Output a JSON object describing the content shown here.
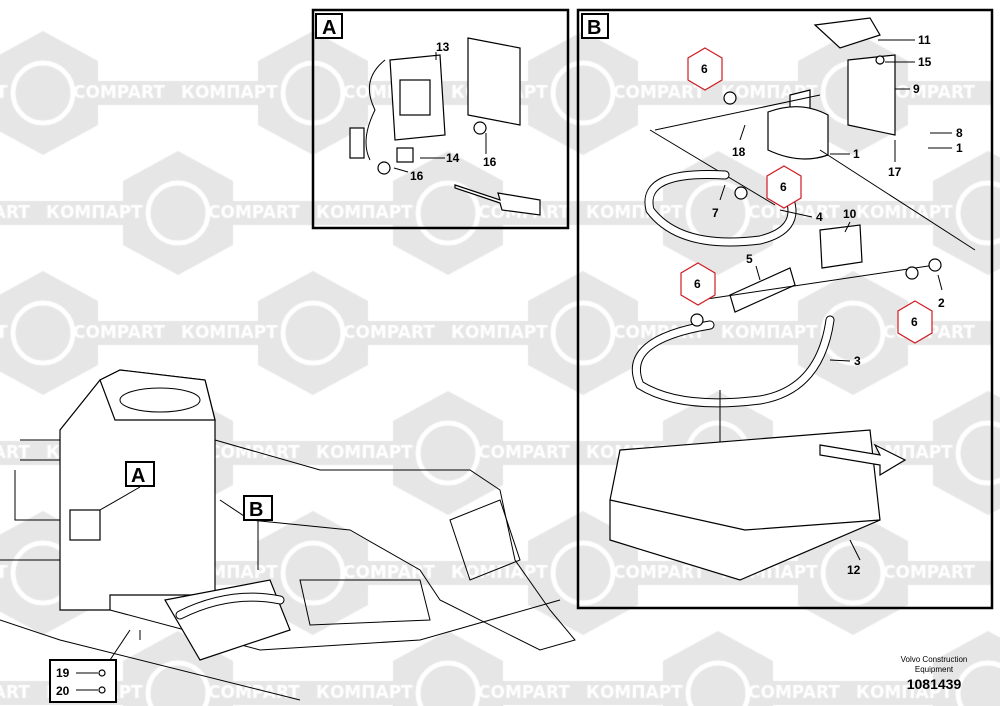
{
  "watermark": {
    "latin": "COMPART",
    "cyrillic": "КОМПАРТ",
    "color": "#e6e6e6"
  },
  "views": {
    "A": {
      "label": "A",
      "callouts": [
        "13",
        "14",
        "16",
        "16"
      ]
    },
    "B": {
      "label": "B",
      "callouts": [
        "11",
        "15",
        "9",
        "8",
        "1",
        "17",
        "1",
        "18",
        "7",
        "4",
        "10",
        "5",
        "2",
        "3",
        "12"
      ],
      "hex_callouts": [
        "6",
        "6",
        "6",
        "6"
      ]
    }
  },
  "main": {
    "view_a_marker": "A",
    "view_b_marker": "B",
    "callouts": [
      "19",
      "20"
    ]
  },
  "footer": {
    "maker_line1": "Volvo Construction",
    "maker_line2": "Equipment",
    "drawing_number": "1081439"
  },
  "colors": {
    "hex_badge": "#d01c24",
    "line": "#000000"
  }
}
